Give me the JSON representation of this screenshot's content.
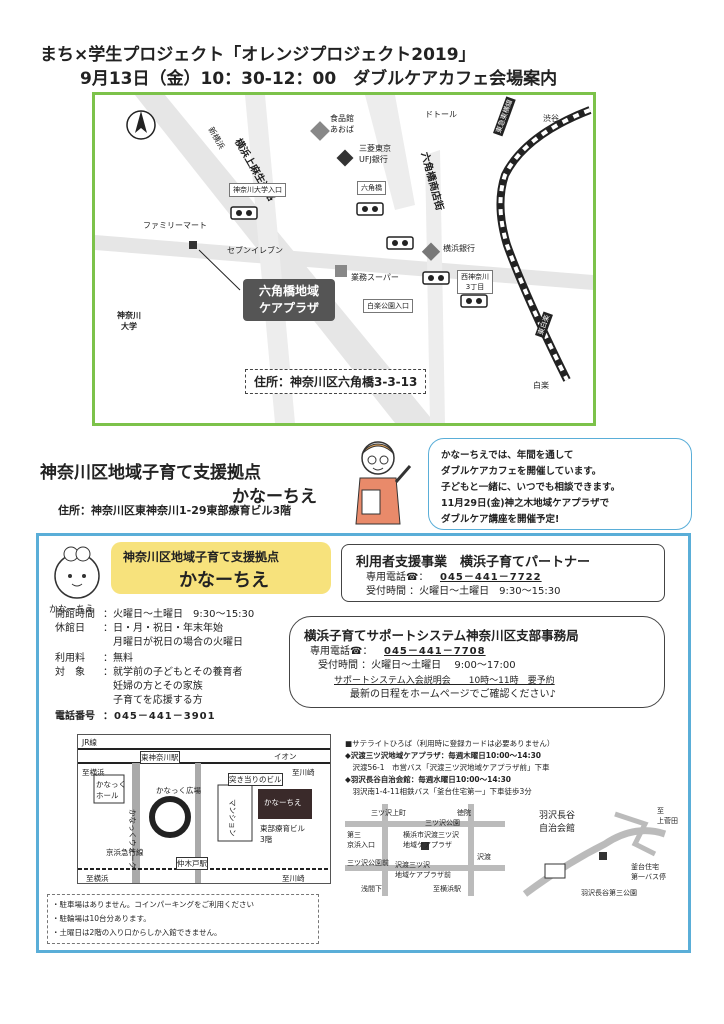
{
  "header": {
    "line1": "まち×学生プロジェクト「オレンジプロジェクト2019」",
    "line2": "9月13日（金）10：30-12：00　ダブルケアカフェ会場案内"
  },
  "map1": {
    "north": "N",
    "roads": {
      "yokohama_kamiasou": "横浜上麻生道路",
      "rokkakubashi_shotengai": "六角橋商店街",
      "tokyu": "東急東横線",
      "shin_yokohama": "新横浜"
    },
    "places": {
      "shokuhinkan": "食品館\nあおば",
      "doutor": "ドトール",
      "shibuya": "渋谷",
      "mufg": "三菱東京\nUFJ銀行",
      "family_mart": "ファミリーマート",
      "seven_eleven": "セブンイレブン",
      "yokohama_bank": "横浜銀行",
      "gyomu_super": "業務スーパー",
      "kanagawa_univ": "神奈川\n大学",
      "higashi_hakuraku": "東白楽",
      "hakuraku": "白楽"
    },
    "signals": {
      "kanagawa_daigaku_iriguchi": "神奈川大学入口",
      "rokkakubashi": "六角橋",
      "nishikanagawa_3": "西神奈川\n3丁目",
      "hakuraku_koen_iriguchi": "白楽公園入口"
    },
    "venue": "六角橋地域\nケアプラザ",
    "address": "住所：神奈川区六角橋3-3-13"
  },
  "section2": {
    "title": "神奈川区地域子育て支援拠点",
    "name": "かなーちえ",
    "address": "住所：神奈川区東神奈川1-29東部療育ビル3階"
  },
  "bubble": {
    "lines": [
      "かなーちえでは、年間を通して",
      "ダブルケアカフェを開催しています。",
      "子どもと一緒に、いつでも相談できます。",
      "11月29日(金)神之木地域ケアプラザで",
      "ダブルケア講座を開催予定!"
    ]
  },
  "panel": {
    "mascot_label": "かなーちえ",
    "yellow_title": "神奈川区地域子育て支援拠点",
    "yellow_name": "かなーちえ",
    "info": [
      {
        "key": "開館時間",
        "val": "：火曜日～土曜日　9:30～15:30"
      },
      {
        "key": "休館日",
        "val": "：日・月・祝日・年末年始"
      },
      {
        "key": "",
        "val": "　月曜日が祝日の場合の火曜日"
      },
      {
        "key": "利用料",
        "val": "：無料"
      },
      {
        "key": "対　象",
        "val": "：就学前の子どもとその養育者"
      },
      {
        "key": "",
        "val": "　妊婦の方とその家族"
      },
      {
        "key": "",
        "val": "　子育てを応援する方"
      }
    ],
    "tel_label": "電話番号",
    "tel_value": "：045－441－3901",
    "partner": {
      "title": "利用者支援事業　横浜子育てパートナー",
      "tel_label": "専用電話☎：",
      "tel_value": "045－441－7722",
      "hours": "受付時間 ：火曜日～土曜日　9:30～15:30"
    },
    "support": {
      "title": "横浜子育てサポートシステム神奈川区支部事務局",
      "tel_label": "専用電話☎：",
      "tel_value": "045－441－7708",
      "hours": "受付時間 ：火曜日～土曜日　 9:00～17:00",
      "session": "サポートシステム入会説明会　　10時～11時　要予約",
      "notice": "最新の日程をホームページでご確認ください♪"
    },
    "satellite": {
      "title": "■サテライトひろば（利用時に登録カードは必要ありません）",
      "l1": "◆沢渡三ツ沢地域ケアプラザ：毎週木曜日10:00～14:30",
      "l2": "　沢渡56-1　市営バス「沢渡三ツ沢地域ケアプラザ前」下車",
      "l3": "◆羽沢長谷自治会館：毎週水曜日10:00～14:30",
      "l4": "　羽沢南1-4-11相鉄バス「釜台住宅第一」下車徒歩3分"
    },
    "notes": [
      "・駐車場はありません。コインパーキングをご利用ください",
      "・駐輪場は10台分あります。",
      "・土曜日は2階の入り口からしか入館できません。"
    ]
  },
  "map2": {
    "jr": "JR線",
    "higashikanagawa_st": "東神奈川駅",
    "aeon": "イオン",
    "shiyokohama": "至横浜",
    "shikawasaki": "至川崎",
    "kanatsu_hall": "かなっく\nホール",
    "kanatsu_hiroba": "かなっく広場",
    "kanatsu_walk": "かなっくウォーク",
    "mansion": "マンション",
    "tsukiatari": "突き当りのビル",
    "kanachie": "かなーちえ",
    "tobu_bldg": "東部療育ビル\n3階",
    "keikyu": "京浜急行線",
    "nakakido": "仲木戸駅",
    "shiyokohama2": "至横浜",
    "shikawasaki2": "至川崎"
  },
  "map3": {
    "mitsuzawa_kamicho": "三ツ沢上町",
    "tokuin": "徳院",
    "mitsuzawa_koen": "三ツ沢公園",
    "daisan_keikyu": "第三\n京浜入口",
    "sawatari_care": "横浜市沢渡三ツ沢\n地域ケアプラザ",
    "mitsuzawa_koen_mae": "三ツ沢公園前",
    "sawatari": "沢渡",
    "asama_shita": "浅間下",
    "shiyokohama": "至横浜駅",
    "sawatari_bus": "沢渡三ツ沢\n地域ケアプラザ前"
  },
  "map4": {
    "title": "羽沢長谷\n自治会館",
    "kamadai": "釜台住宅\n第一バス停",
    "hazawa_koen": "羽沢長谷第三公園",
    "road": "至\n上菅田"
  }
}
